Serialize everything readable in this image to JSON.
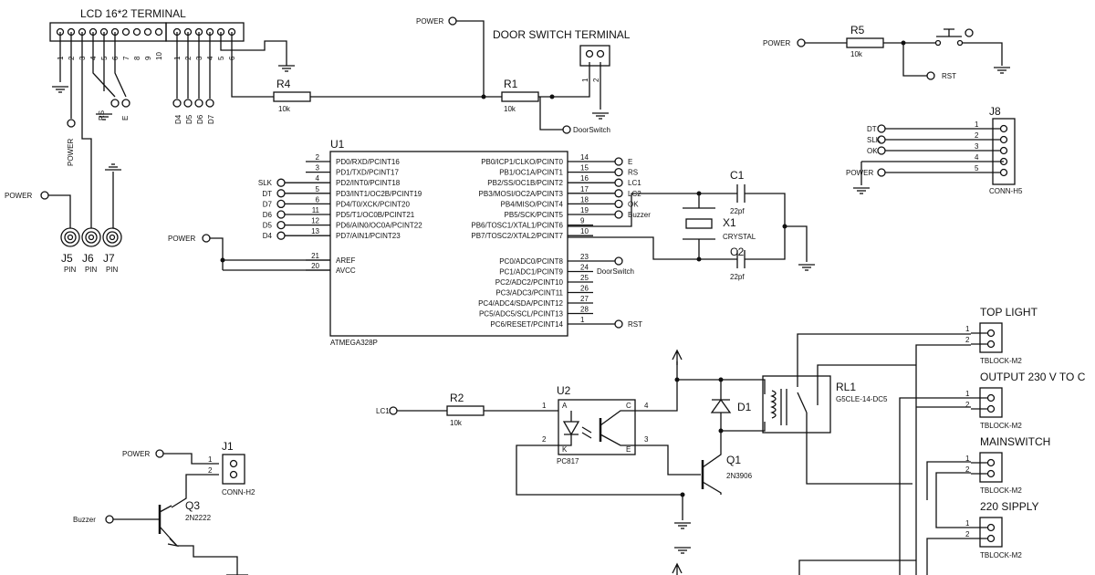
{
  "lcd": {
    "title": "LCD 16*2 TERMINAL",
    "pins_left": [
      "1",
      "2",
      "3",
      "4",
      "5",
      "6",
      "7",
      "8",
      "9",
      "10"
    ],
    "pins_right": [
      "1",
      "2",
      "3",
      "4",
      "5",
      "6"
    ],
    "ctrl": [
      "RS",
      "E"
    ],
    "data": [
      "D4",
      "D5",
      "D6",
      "D7"
    ]
  },
  "power": "POWER",
  "r4": {
    "name": "R4",
    "value": "10k"
  },
  "r1": {
    "name": "R1",
    "value": "10k"
  },
  "r2": {
    "name": "R2",
    "value": "10k"
  },
  "r5": {
    "name": "R5",
    "value": "10k"
  },
  "door": {
    "title": "DOOR SWITCH TERMINAL",
    "pins": [
      "1",
      "2"
    ],
    "net": "DoorSwitch"
  },
  "rst": "RST",
  "j8": {
    "name": "J8",
    "type": "CONN-H5",
    "pins": [
      "1",
      "2",
      "3",
      "4",
      "5"
    ],
    "nets": [
      "DT",
      "SLK",
      "OK",
      "",
      "POWER"
    ]
  },
  "jpins": [
    {
      "name": "J5",
      "type": "PIN"
    },
    {
      "name": "J6",
      "type": "PIN"
    },
    {
      "name": "J7",
      "type": "PIN"
    }
  ],
  "u1": {
    "name": "U1",
    "part": "ATMEGA328P",
    "left": [
      {
        "n": "2",
        "l": "PD0/RXD/PCINT16",
        "net": ""
      },
      {
        "n": "3",
        "l": "PD1/TXD/PCINT17",
        "net": ""
      },
      {
        "n": "4",
        "l": "PD2/INT0/PCINT18",
        "net": "SLK"
      },
      {
        "n": "5",
        "l": "PD3/INT1/OC2B/PCINT19",
        "net": "DT"
      },
      {
        "n": "6",
        "l": "PD4/T0/XCK/PCINT20",
        "net": "D7"
      },
      {
        "n": "11",
        "l": "PD5/T1/OC0B/PCINT21",
        "net": "D6"
      },
      {
        "n": "12",
        "l": "PD6/AIN0/OC0A/PCINT22",
        "net": "D5"
      },
      {
        "n": "13",
        "l": "PD7/AIN1/PCINT23",
        "net": "D4"
      }
    ],
    "left2": [
      {
        "n": "21",
        "l": "AREF"
      },
      {
        "n": "20",
        "l": "AVCC"
      }
    ],
    "right": [
      {
        "n": "14",
        "l": "PB0/ICP1/CLKO/PCINT0",
        "net": "E"
      },
      {
        "n": "15",
        "l": "PB1/OC1A/PCINT1",
        "net": "RS"
      },
      {
        "n": "16",
        "l": "PB2/SS/OC1B/PCINT2",
        "net": "LC1"
      },
      {
        "n": "17",
        "l": "PB3/MOSI/OC2A/PCINT3",
        "net": "LC2"
      },
      {
        "n": "18",
        "l": "PB4/MISO/PCINT4",
        "net": "OK"
      },
      {
        "n": "19",
        "l": "PB5/SCK/PCINT5",
        "net": "Buzzer"
      },
      {
        "n": "9",
        "l": "PB6/TOSC1/XTAL1/PCINT6",
        "net": ""
      },
      {
        "n": "10",
        "l": "PB7/TOSC2/XTAL2/PCINT7",
        "net": ""
      }
    ],
    "right2": [
      {
        "n": "23",
        "l": "PC0/ADC0/PCINT8",
        "net": "DoorSwitch"
      },
      {
        "n": "24",
        "l": "PC1/ADC1/PCINT9",
        "net": ""
      },
      {
        "n": "25",
        "l": "PC2/ADC2/PCINT10",
        "net": ""
      },
      {
        "n": "26",
        "l": "PC3/ADC3/PCINT11",
        "net": ""
      },
      {
        "n": "27",
        "l": "PC4/ADC4/SDA/PCINT12",
        "net": ""
      },
      {
        "n": "28",
        "l": "PC5/ADC5/SCL/PCINT13",
        "net": ""
      },
      {
        "n": "1",
        "l": "PC6/RESET/PCINT14",
        "net": "RST"
      }
    ]
  },
  "c1": {
    "name": "C1",
    "value": "22pf"
  },
  "c2": {
    "name": "C2",
    "value": "22pf"
  },
  "x1": {
    "name": "X1",
    "type": "CRYSTAL"
  },
  "u2": {
    "name": "U2",
    "part": "PC817",
    "pins": [
      "1",
      "2",
      "4",
      "3"
    ],
    "labels": [
      "A",
      "K",
      "C",
      "E"
    ],
    "net": "LC1"
  },
  "q1": {
    "name": "Q1",
    "part": "2N3906"
  },
  "q3": {
    "name": "Q3",
    "part": "2N2222",
    "net": "Buzzer"
  },
  "d1": {
    "name": "D1"
  },
  "rl1": {
    "name": "RL1",
    "part": "G5CLE-14-DC5"
  },
  "j1": {
    "name": "J1",
    "type": "CONN-H2",
    "pins": [
      "1",
      "2"
    ]
  },
  "tblocks": [
    {
      "title": "TOP LIGHT",
      "type": "TBLOCK-M2"
    },
    {
      "title": "OUTPUT 230 V TO C",
      "type": "TBLOCK-M2"
    },
    {
      "title": "MAINSWITCH",
      "type": "TBLOCK-M2"
    },
    {
      "title": "220 SIPPLY",
      "type": "TBLOCK-M2"
    }
  ],
  "tb_pins": [
    "1",
    "2"
  ]
}
